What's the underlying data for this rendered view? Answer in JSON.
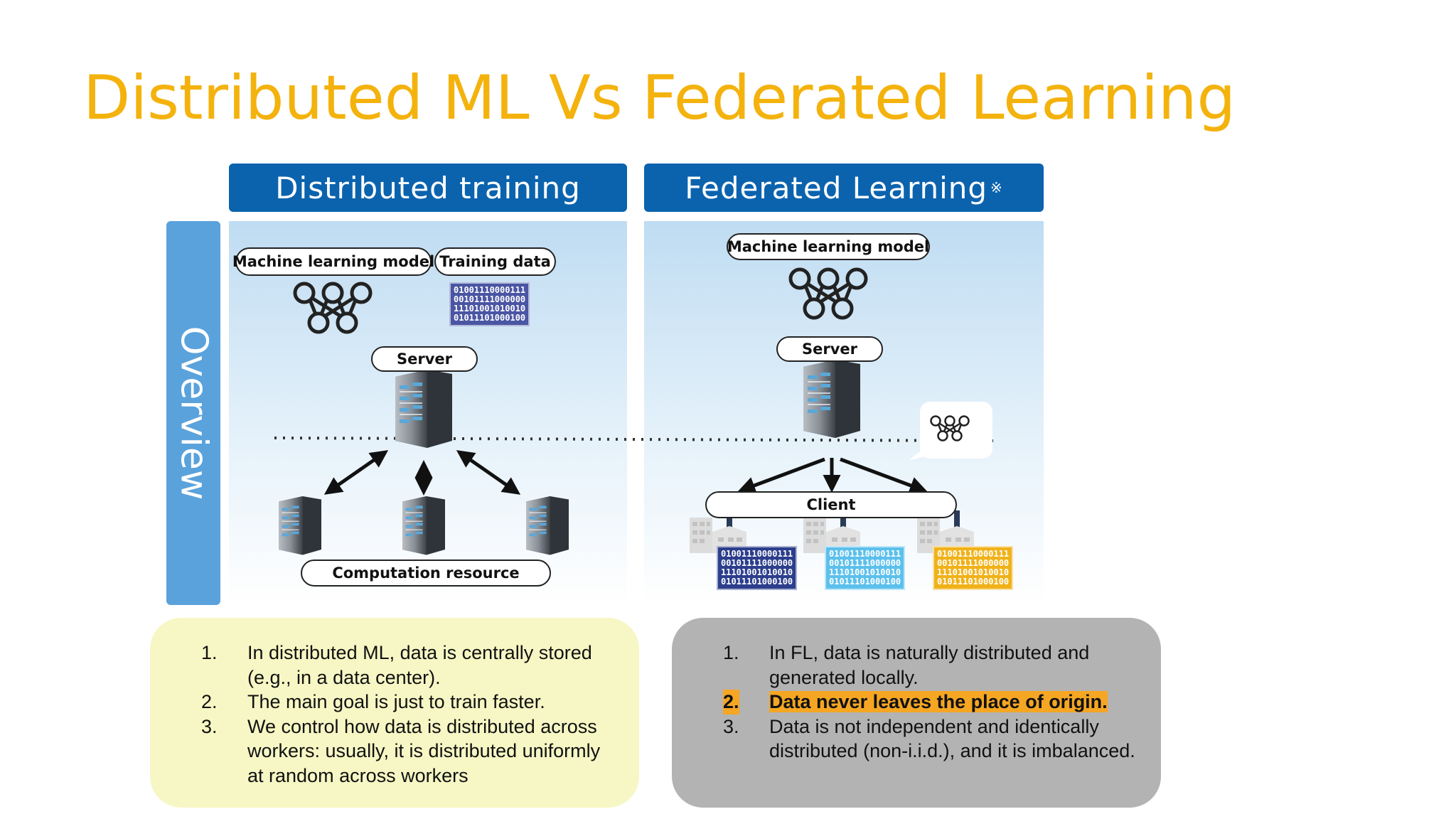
{
  "slide": {
    "title": "Distributed ML Vs Federated Learning"
  },
  "diagram": {
    "overview_label": "Overview",
    "left": {
      "header": "Distributed training",
      "ml_model_label": "Machine learning model",
      "training_data_label": "Training data",
      "server_label": "Server",
      "computation_label": "Computation resource",
      "data_rows": [
        "01001110000111",
        "00101111000000",
        "11101001010010",
        "01011101000100"
      ]
    },
    "right": {
      "header": "Federated Learning",
      "header_mark": "※",
      "ml_model_label": "Machine learning model",
      "server_label": "Server",
      "client_label": "Client",
      "data_rows": [
        "01001110000111",
        "00101111000000",
        "11101001010010",
        "01011101000100"
      ],
      "client_data_colors": [
        "#2c3e8c",
        "#5cc0ec",
        "#f0b21a"
      ]
    }
  },
  "notes": {
    "distributed": [
      {
        "num": "1.",
        "text": "In distributed ML, data is centrally stored (e.g., in a data center)."
      },
      {
        "num": "2.",
        "text": "The main goal is just to train faster."
      },
      {
        "num": "3.",
        "text": "We control how data is distributed across workers: usually, it is distributed uniformly at random across workers"
      }
    ],
    "federated": [
      {
        "num": "1.",
        "text": "In FL, data is naturally distributed and generated locally."
      },
      {
        "num": "2.",
        "text": "Data never leaves the place of origin.",
        "highlight": true
      },
      {
        "num": "3.",
        "text": "Data is not independent and identically distributed (non-i.i.d.), and it is imbalanced."
      }
    ]
  },
  "colors": {
    "title": "#f4b20d",
    "header_blue": "#0b63ae",
    "overview_blue": "#5aa2dc",
    "highlight": "#f5a623",
    "box_left": "#f6f7c4",
    "box_right": "#b3b3b3"
  }
}
